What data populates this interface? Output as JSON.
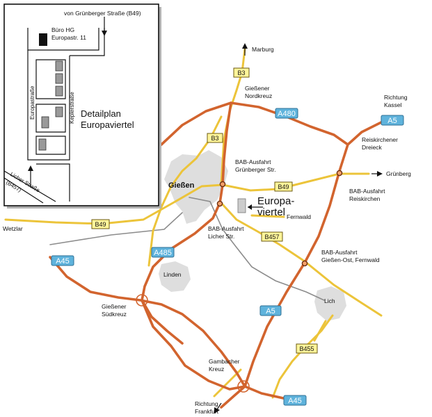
{
  "colors": {
    "autobahn": "#d2642e",
    "federal_road": "#ecc43a",
    "minor_road": "#8c8c8c",
    "city_area": "#dedede",
    "autobahn_shield": "#5fb3dc",
    "federal_shield": "#fff59a"
  },
  "inset": {
    "title_line1": "Detailplan",
    "title_line2": "Europaviertel",
    "top_label": "von Grünberger Straße (B49)",
    "office_line1": "Büro HG",
    "office_line2": "Europastr. 11",
    "street_left": "Europastraße",
    "street_right": "Keplerstraße",
    "street_bottom_name": "Licher Straße",
    "street_bottom_code": "(B457)"
  },
  "places": {
    "giessen": "Gießen",
    "europaviertel_line1": "Europa-",
    "europaviertel_line2": "viertel",
    "linden": "Linden",
    "lich": "Lich",
    "wetzlar": "Wetzlar",
    "marburg": "Marburg",
    "gruenberg": "Grünberg",
    "fernwald": "Fernwald",
    "richtung_kassel_1": "Richtung",
    "richtung_kassel_2": "Kassel",
    "richtung_frankfurt_1": "Richtung",
    "richtung_frankfurt_2": "Frankfurt"
  },
  "junctions": {
    "nordkreuz_1": "Gießener",
    "nordkreuz_2": "Nordkreuz",
    "suedkreuz_1": "Gießener",
    "suedkreuz_2": "Südkreuz",
    "gambach_1": "Gambacher",
    "gambach_2": "Kreuz",
    "dreieck_1": "Reiskirchener",
    "dreieck_2": "Dreieck",
    "gruenberger_1": "BAB-Ausfahrt",
    "gruenberger_2": "Grünberger Str.",
    "licher_1": "BAB-Ausfahrt",
    "licher_2": "Licher Str.",
    "reiskirchen_1": "BAB-Ausfahrt",
    "reiskirchen_2": "Reiskirchen",
    "giessen_ost_1": "BAB-Ausfahrt",
    "giessen_ost_2": "Gießen-Ost, Fernwald"
  },
  "shields": {
    "b3_north": "B3",
    "b3_mid": "B3",
    "b49_east": "B49",
    "b49_west": "B49",
    "b457": "B457",
    "b455": "B455",
    "a480": "A480",
    "a485": "A485",
    "a5_north": "A5",
    "a5_south": "A5",
    "a45_west": "A45",
    "a45_south": "A45"
  }
}
